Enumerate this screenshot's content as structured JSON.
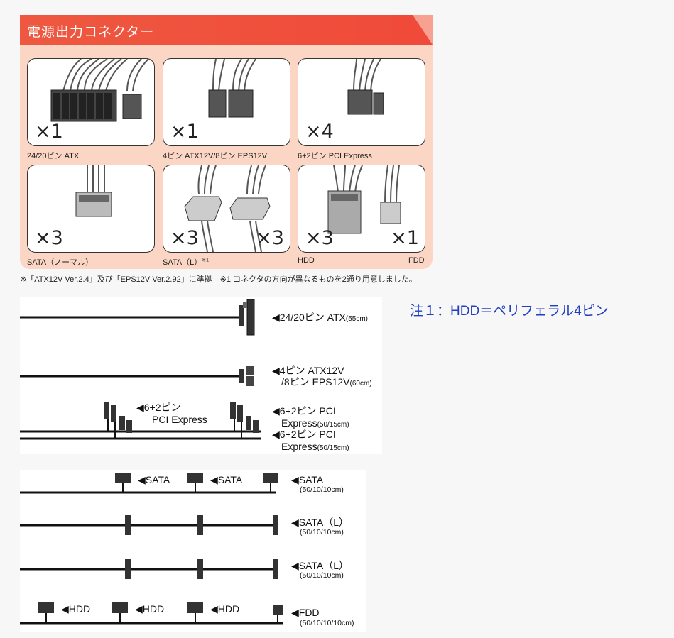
{
  "header": {
    "title": "電源出力コネクター"
  },
  "connectors": [
    {
      "qty": "×1",
      "label": "24/20ピン ATX"
    },
    {
      "qty": "×1",
      "label": "4ピン ATX12V/8ピン EPS12V"
    },
    {
      "qty": "×4",
      "label": "6+2ピン PCI Express"
    },
    {
      "qty": "×3",
      "label": "SATA（ノーマル）"
    },
    {
      "qty_a": "×3",
      "qty_b": "×3",
      "label": "SATA（L）",
      "label_note": "※1"
    },
    {
      "qty_a": "×3",
      "qty_b": "×1",
      "label_a": "HDD",
      "label_b": "FDD"
    }
  ],
  "footnote": "※「ATX12V Ver.2.4」及び「EPS12V Ver.2.92」に準拠　※1 コネクタの方向が異なるものを2通り用意しました。",
  "note": "注１：HDD＝ペリフェラル4ピン",
  "cables": {
    "atx": {
      "label": "◀24/20ピン ATX",
      "length": "(55cm)"
    },
    "eps_line1": "◀4ピン ATX12V",
    "eps_line2": "/8ピン EPS12V",
    "eps_length": "(60cm)",
    "pcie_mid_line1": "◀6+2ピン",
    "pcie_mid_line2": "PCI Express",
    "pcie1_line1": "◀6+2ピン PCI",
    "pcie1_line2": "Express",
    "pcie1_length": "(50/15cm)",
    "pcie2_line1": "◀6+2ピン PCI",
    "pcie2_line2": "Express",
    "pcie2_length": "(50/15cm)",
    "sata_mid": "◀SATA",
    "sata_end": "◀SATA",
    "sata_length": "(50/10/10cm)",
    "satal1": "◀SATA（L）",
    "satal1_length": "(50/10/10cm)",
    "satal2": "◀SATA（L）",
    "satal2_length": "(50/10/10cm)",
    "hdd": "◀HDD",
    "fdd": "◀FDD",
    "fdd_length": "(50/10/10/10cm)"
  }
}
